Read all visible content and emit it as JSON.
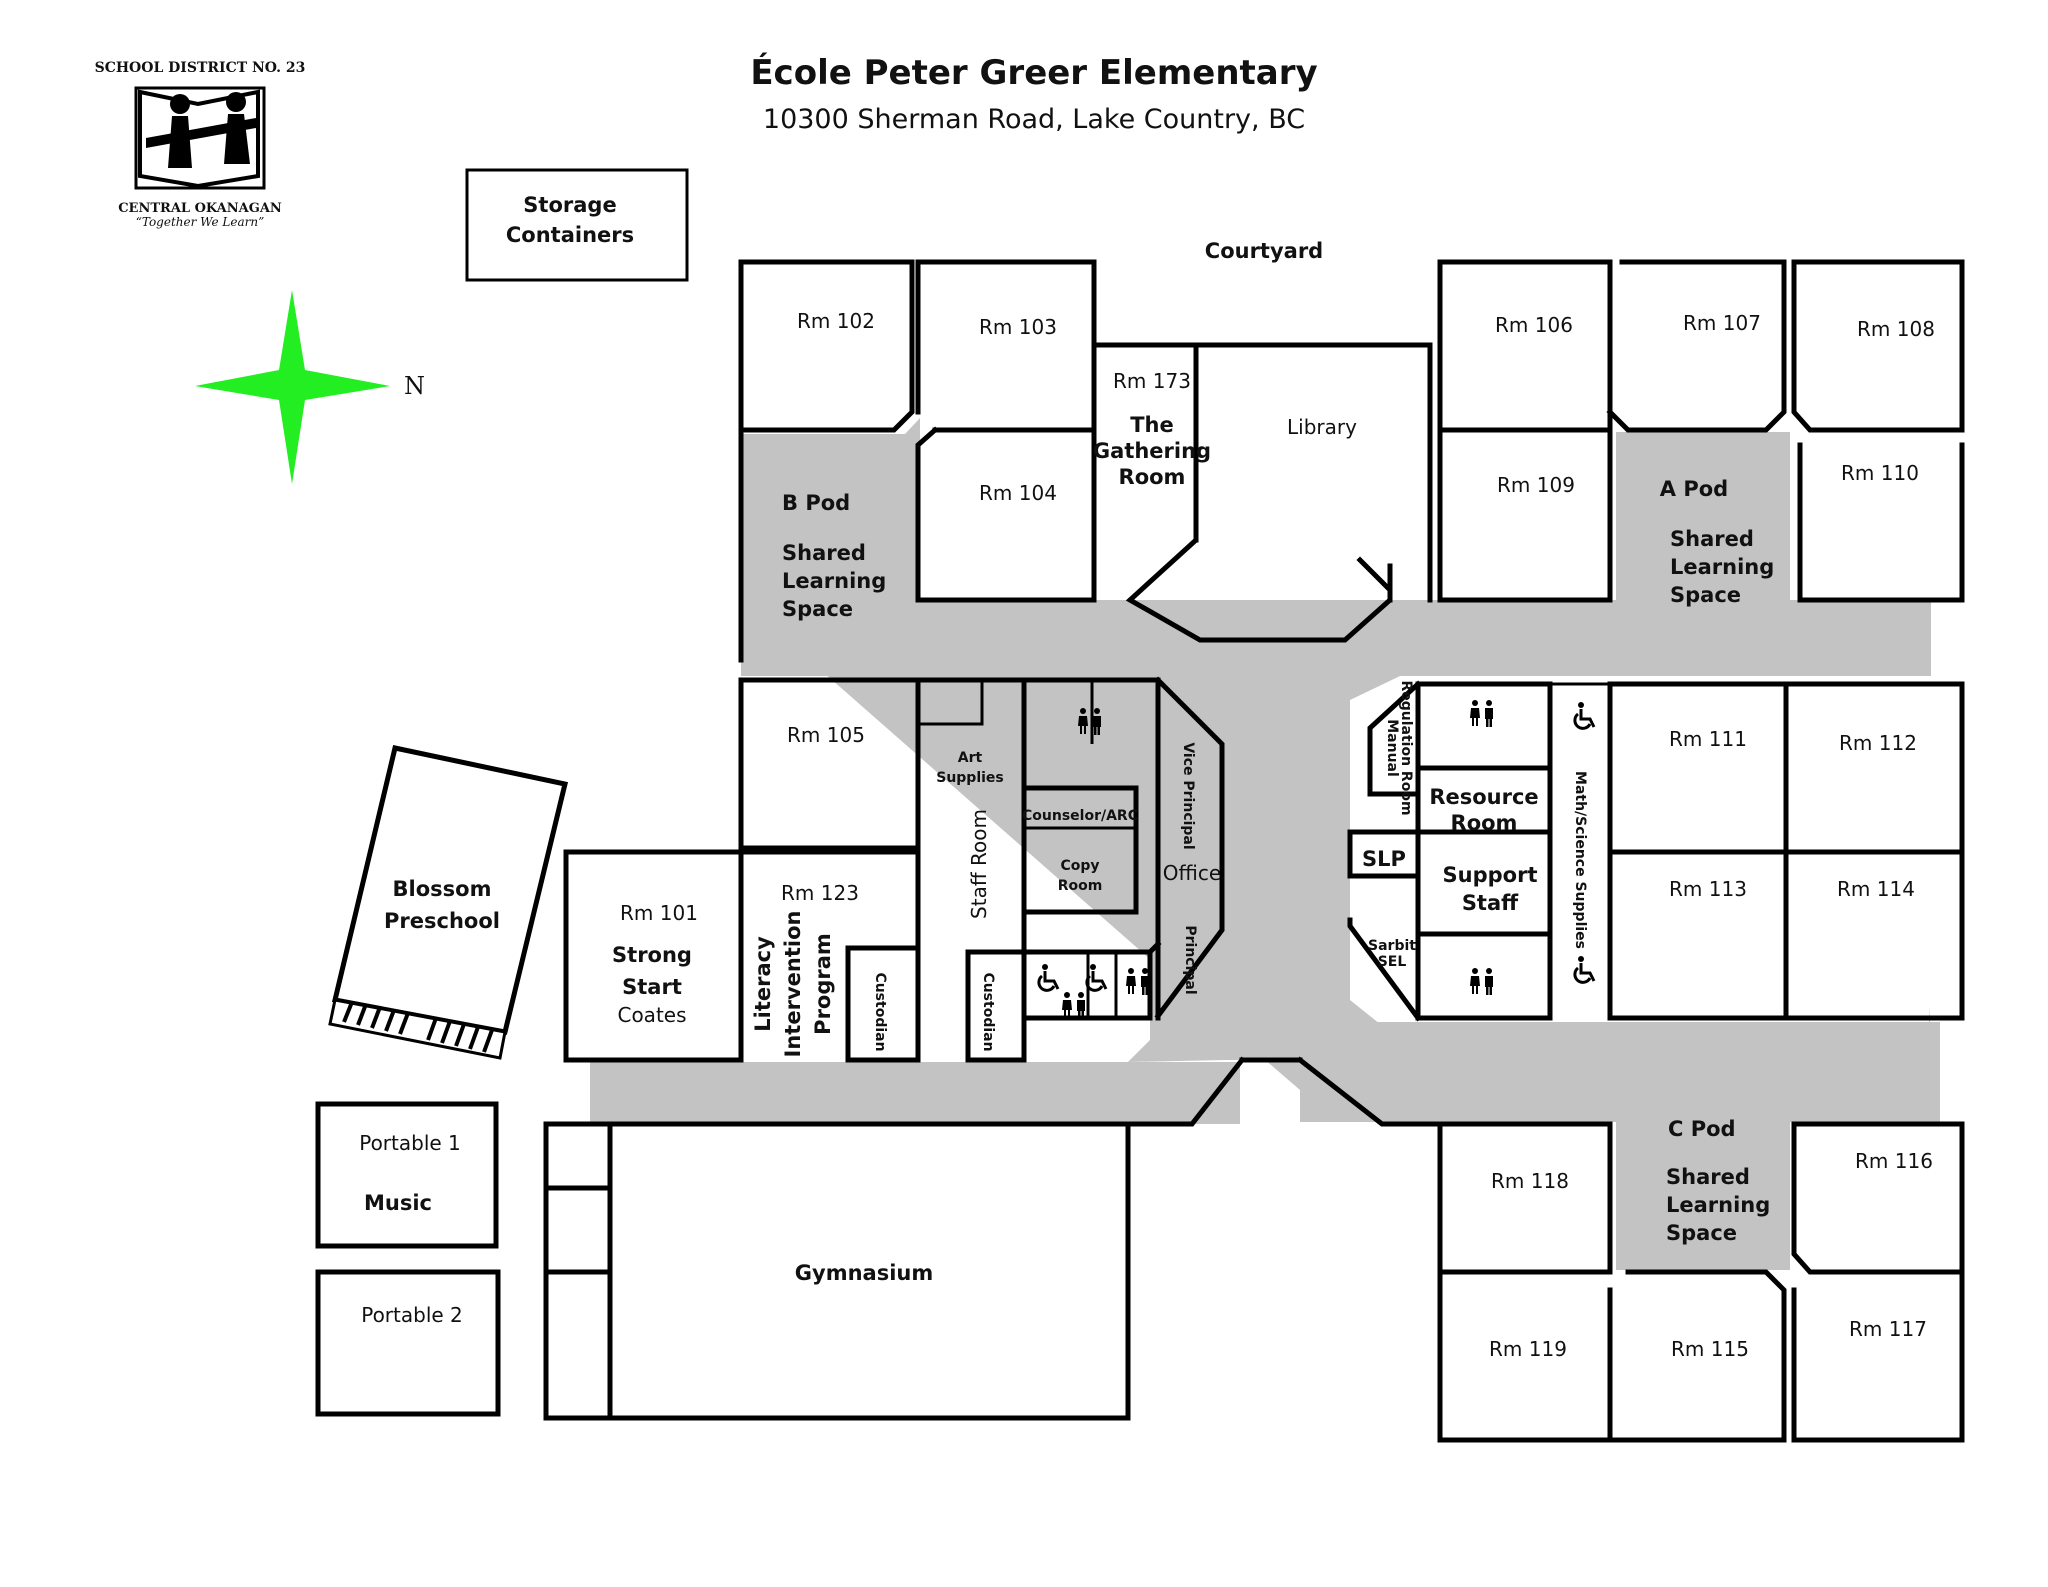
{
  "header": {
    "title": "École Peter Greer Elementary",
    "address": "10300 Sherman Road, Lake Country, BC"
  },
  "logo": {
    "district": "SCHOOL DISTRICT NO. 23",
    "name": "CENTRAL OKANAGAN",
    "motto": "“Together We Learn”"
  },
  "compass": {
    "label": "N",
    "color": "#22ee22"
  },
  "colors": {
    "hallway": "#c3c3c3",
    "walls": "#000000"
  },
  "labels": {
    "storage1": "Storage",
    "storage2": "Containers",
    "courtyard": "Courtyard",
    "rm102": "Rm 102",
    "rm103": "Rm 103",
    "rm104": "Rm 104",
    "rm173": "Rm 173",
    "gathering1": "The",
    "gathering2": "Gathering",
    "gathering3": "Room",
    "library": "Library",
    "rm106": "Rm 106",
    "rm107": "Rm 107",
    "rm108": "Rm 108",
    "rm109": "Rm 109",
    "rm110": "Rm 110",
    "apod": "A Pod",
    "apod_s1": "Shared",
    "apod_s2": "Learning",
    "apod_s3": "Space",
    "bpod": "B Pod",
    "bpod_s1": "Shared",
    "bpod_s2": "Learning",
    "bpod_s3": "Space",
    "cpod": "C Pod",
    "cpod_s1": "Shared",
    "cpod_s2": "Learning",
    "cpod_s3": "Space",
    "rm105": "Rm 105",
    "art1": "Art",
    "art2": "Supplies",
    "counselor": "Counselor/ARC",
    "copy1": "Copy",
    "copy2": "Room",
    "staffroom": "Staff Room",
    "office": "Office",
    "vp": "Vice Principal",
    "principal": "Principal",
    "regulation1": "Regulation Room",
    "regulation2": "Manual",
    "resource1": "Resource",
    "resource2": "Room",
    "slp": "SLP",
    "support1": "Support",
    "support2": "Staff",
    "sarbit1": "Sarbit",
    "sarbit2": "SEL",
    "mathsci": "Math/Science Supplies",
    "rm111": "Rm 111",
    "rm112": "Rm 112",
    "rm113": "Rm 113",
    "rm114": "Rm 114",
    "rm101": "Rm 101",
    "strong1": "Strong",
    "strong2": "Start",
    "coates": "Coates",
    "rm123": "Rm 123",
    "literacy1": "Literacy",
    "literacy2": "Intervention",
    "literacy3": "Program",
    "custodian1": "Custodian",
    "custodian2": "Custodian",
    "blossom1": "Blossom",
    "blossom2": "Preschool",
    "portable1": "Portable 1",
    "music": "Music",
    "portable2": "Portable 2",
    "gym": "Gymnasium",
    "rm118": "Rm 118",
    "rm116": "Rm 116",
    "rm119": "Rm 119",
    "rm115": "Rm 115",
    "rm117": "Rm 117"
  }
}
